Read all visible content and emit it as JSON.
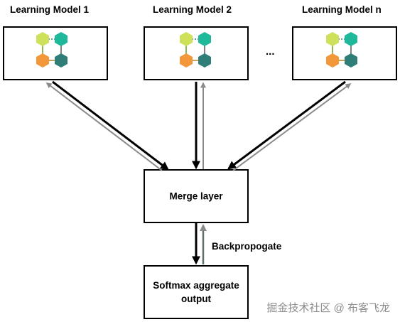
{
  "models": [
    {
      "label": "Learning Model 1"
    },
    {
      "label": "Learning Model 2"
    },
    {
      "label": "Learning Model n"
    }
  ],
  "ellipsis": "...",
  "merge_layer": {
    "label": "Merge layer"
  },
  "output": {
    "line1": "Softmax aggregate",
    "line2": "output"
  },
  "backprop_label": "Backpropogate",
  "watermark": "掘金技术社区 @ 布客飞龙",
  "colors": {
    "forward_arrow": "#000000",
    "backward_arrow": "#8a8a8a",
    "hex_yellow_green": "#cfe05a",
    "hex_teal": "#1fb89a",
    "hex_orange": "#f2973a",
    "hex_dark_teal": "#2f7f78"
  },
  "icons": [
    "network-icon"
  ]
}
